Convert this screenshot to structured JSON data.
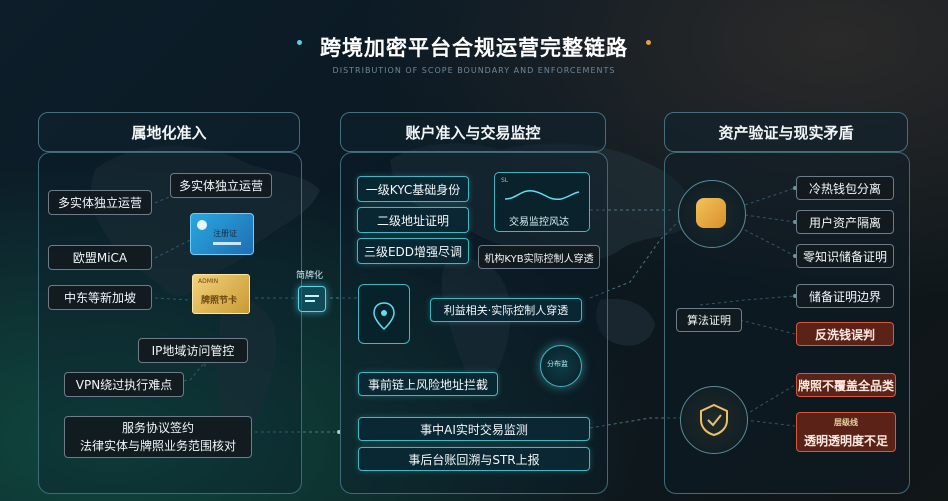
{
  "title": "跨境加密平台合规运营完整链路",
  "subtitle": "DISTRIBUTION OF SCOPE BOUNDARY AND ENFORCEMENTS",
  "colors": {
    "accent_teal": "#3fb8c3",
    "risk_red": "#d35a3c",
    "gold": "#e7b54b",
    "panel_border": "#3e6a7a"
  },
  "left": {
    "header": "属地化准入",
    "items": {
      "multi_entity_a": "多实体独立运营",
      "multi_entity_b": "多实体独立运营",
      "eu_mica": "欧盟MiCA",
      "middle_east": "中东等新加坡",
      "ip_control": "IP地域访问管控",
      "vpn": "VPN绕过执行难点",
      "service_line1": "服务协议签约",
      "service_line2": "法律实体与牌照业务范围核对"
    },
    "blue_card_text": "注册证",
    "gold_card_text": "牌照节卡",
    "gold_card_top": "ADMIN"
  },
  "bridge": {
    "label": "简牌化"
  },
  "middle": {
    "header": "账户准入与交易监控",
    "kyc1": "一级KYC基础身份",
    "kyc2": "二级地址证明",
    "kyc3": "三级EDD增强尽调",
    "kyb": "机构KYB实际控制人穿透",
    "monitor_chart_tag": "SL",
    "monitor_label": "交易监控风达",
    "control_label": "利益相关·实际控制人穿透",
    "radar_label": "分布监",
    "pre_chain": "事前链上风险地址拦截",
    "in_chain": "事中AI实时交易监测",
    "post_chain": "事后台账回溯与STR上报"
  },
  "right": {
    "header": "资产验证与现实矛盾",
    "cold_hot": "冷热钱包分离",
    "segregation": "用户资产隔离",
    "zk_proof": "零知识储备证明",
    "boundary": "储备证明边界",
    "algo_proof": "算法证明",
    "aml_misjudge": "反洗钱误判",
    "license_gap": "牌照不覆盖全品类",
    "transparency_line1": "层级线",
    "transparency_line2": "透明透明度不足"
  }
}
